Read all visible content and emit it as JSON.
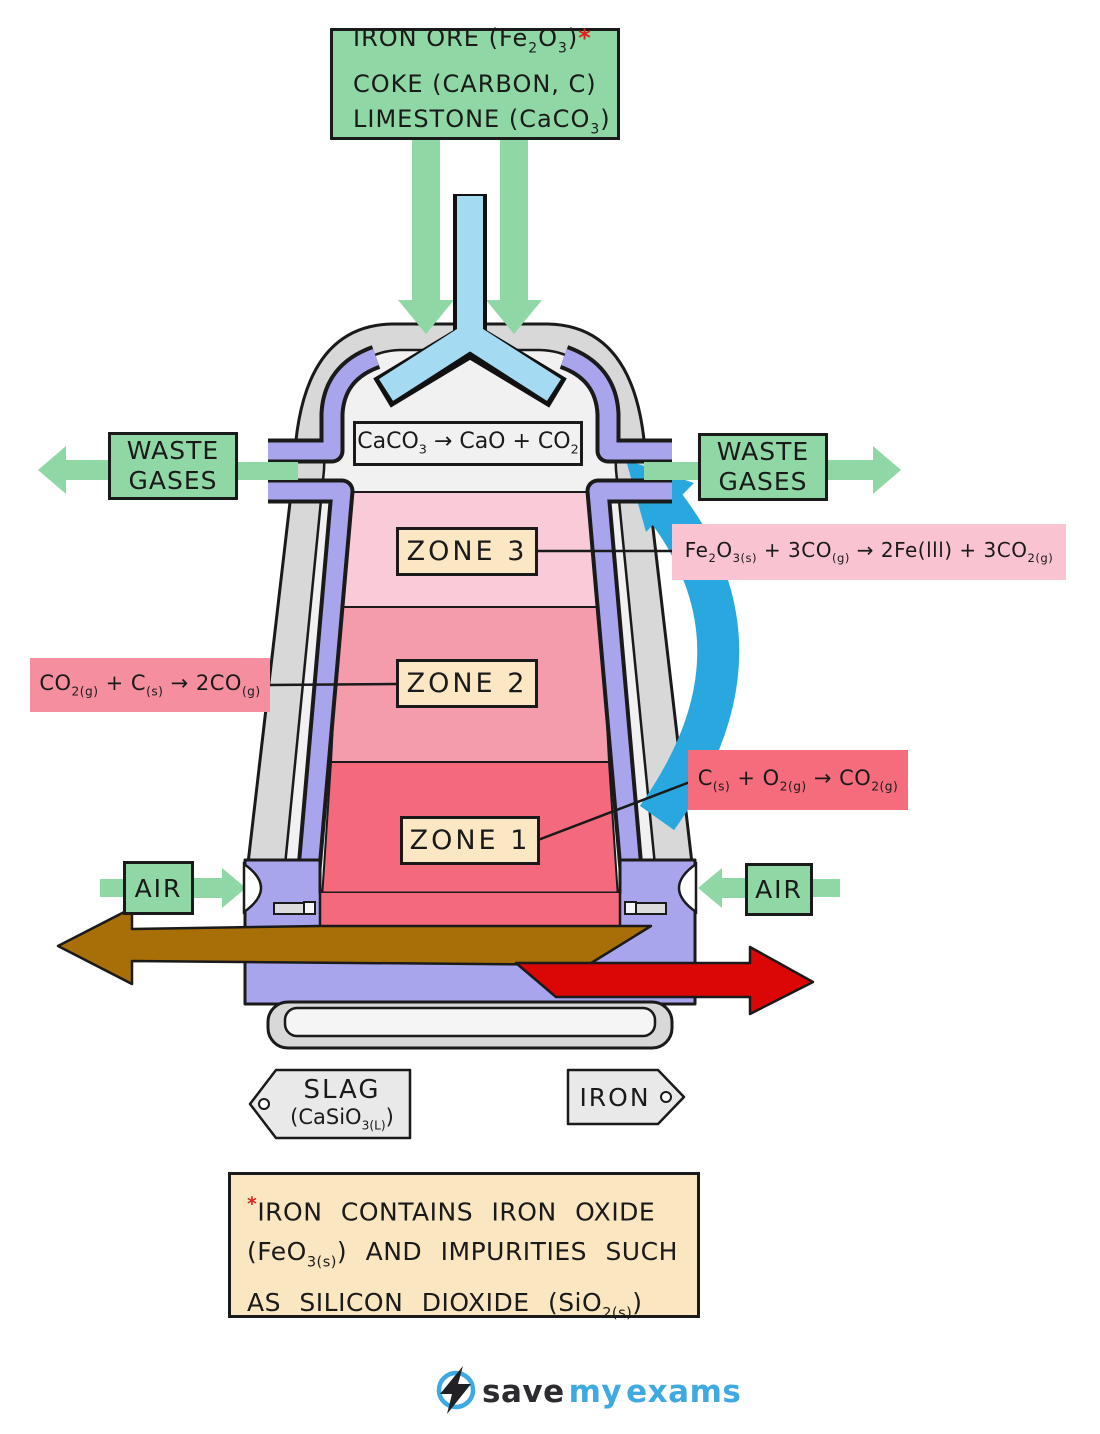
{
  "colors": {
    "green": "#8FD7A4",
    "purple_lining": "#A8A5EC",
    "chute_blue": "#A5DBF2",
    "updraft_blue": "#29A8E0",
    "zone3_fill": "#F9CBD9",
    "zone2_fill": "#F49CAC",
    "zone1_fill": "#F5697D",
    "eq_zone3_bg": "#F9C3D2",
    "eq_zone2_bg": "#F58F9F",
    "eq_zone1_bg": "#F56C7C",
    "zone_label_bg": "#FBE7C4",
    "footnote_bg": "#FAE6C1",
    "slag_brown": "#A86E08",
    "iron_red": "#DB0606",
    "shell_gray": "#D8D8D8",
    "tag_gray": "#E9E9E9",
    "ink": "#1a1a1a",
    "asterisk_red": "#E0201F",
    "logo_blue": "#3FA9E1",
    "logo_dark": "#2B2B30"
  },
  "materials": {
    "lines": [
      [
        {
          "t": "IRON ORE (Fe"
        },
        {
          "t": "2",
          "s": 1
        },
        {
          "t": "O"
        },
        {
          "t": "3",
          "s": 1
        },
        {
          "t": ")"
        },
        {
          "t": "*",
          "r": 1
        }
      ],
      [
        {
          "t": "COKE (CARBON, C)"
        }
      ],
      [
        {
          "t": "LIMESTONE (CaCO"
        },
        {
          "t": "3",
          "s": 1
        },
        {
          "t": ")"
        }
      ]
    ]
  },
  "waste_gases": {
    "label": "WASTE GASES"
  },
  "furnace": {
    "calcination_equation": [
      {
        "t": "CaCO"
      },
      {
        "t": "3",
        "s": 1
      },
      {
        "t": " → CaO + CO"
      },
      {
        "t": "2",
        "s": 1
      }
    ]
  },
  "zones": {
    "zone3": {
      "label": "ZONE 3",
      "equation": [
        {
          "t": "Fe"
        },
        {
          "t": "2",
          "s": 1
        },
        {
          "t": "O"
        },
        {
          "t": "3(s)",
          "s": 1
        },
        {
          "t": " + 3CO"
        },
        {
          "t": "(g)",
          "s": 1
        },
        {
          "t": " → 2Fe(lll) + 3CO"
        },
        {
          "t": "2(g)",
          "s": 1
        }
      ]
    },
    "zone2": {
      "label": "ZONE 2",
      "equation": [
        {
          "t": "CO"
        },
        {
          "t": "2(g)",
          "s": 1
        },
        {
          "t": " + C"
        },
        {
          "t": "(s)",
          "s": 1
        },
        {
          "t": " → 2CO"
        },
        {
          "t": "(g)",
          "s": 1
        }
      ]
    },
    "zone1": {
      "label": "ZONE 1",
      "equation": [
        {
          "t": "C"
        },
        {
          "t": "(s)",
          "s": 1
        },
        {
          "t": " + O"
        },
        {
          "t": "2(g)",
          "s": 1
        },
        {
          "t": " → CO"
        },
        {
          "t": "2(g)",
          "s": 1
        }
      ]
    }
  },
  "air": {
    "label": "AIR"
  },
  "outputs": {
    "slag_title": "SLAG",
    "slag_formula": [
      {
        "t": "(CaSiO"
      },
      {
        "t": "3(L)",
        "s": 1
      },
      {
        "t": ")"
      }
    ],
    "iron_label": "IRON"
  },
  "footnote": [
    {
      "t": "*",
      "r": 1,
      "p": 1
    },
    {
      "t": "IRON CONTAINS IRON OXIDE"
    },
    {
      "br": 1
    },
    {
      "t": "(FeO"
    },
    {
      "t": "3(s)",
      "s": 1
    },
    {
      "t": ") AND IMPURITIES SUCH"
    },
    {
      "br": 1
    },
    {
      "t": "AS SILICON DIOXIDE (SiO"
    },
    {
      "t": "2(s)",
      "s": 1
    },
    {
      "t": ")"
    }
  ],
  "logo": {
    "word1": "save",
    "word2": "my",
    "word3": "exams"
  }
}
